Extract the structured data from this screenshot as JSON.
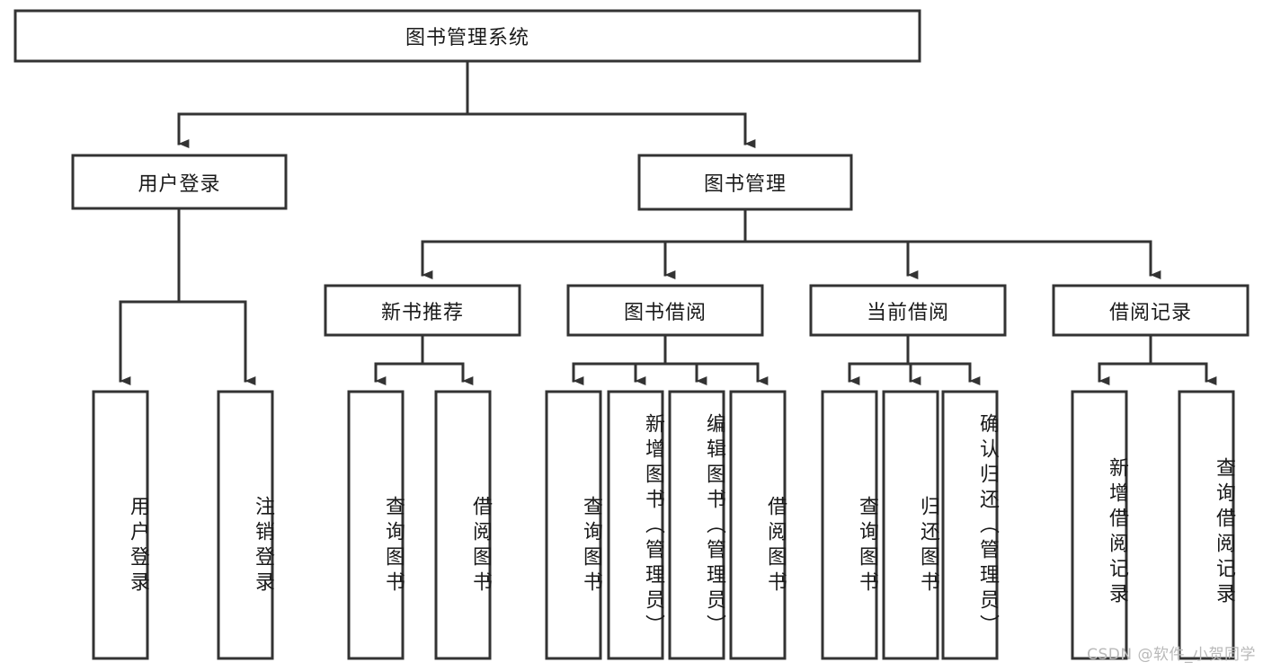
{
  "diagram": {
    "type": "tree",
    "title": "图书管理系统",
    "watermark": "CSDN @软件_小贺同学",
    "colors": {
      "box_stroke": "#333333",
      "box_fill": "#ffffff",
      "text": "#1a1a1a",
      "background": "#ffffff",
      "watermark": "#b9b9b9"
    },
    "nodes": {
      "root": {
        "label": "图书管理系统",
        "level": 0,
        "orientation": "horizontal"
      },
      "l1_0": {
        "label": "用户登录",
        "level": 1,
        "orientation": "horizontal"
      },
      "l1_1": {
        "label": "图书管理",
        "level": 1,
        "orientation": "horizontal"
      },
      "l2_0": {
        "label": "新书推荐",
        "level": 2,
        "orientation": "horizontal"
      },
      "l2_1": {
        "label": "图书借阅",
        "level": 2,
        "orientation": "horizontal"
      },
      "l2_2": {
        "label": "当前借阅",
        "level": 2,
        "orientation": "horizontal"
      },
      "l2_3": {
        "label": "借阅记录",
        "level": 2,
        "orientation": "horizontal"
      },
      "leaf_0": {
        "label": "用户登录",
        "level": 3,
        "orientation": "vertical",
        "parent": "用户登录"
      },
      "leaf_1": {
        "label": "注销登录",
        "level": 3,
        "orientation": "vertical",
        "parent": "用户登录"
      },
      "leaf_2": {
        "label": "查询图书",
        "level": 3,
        "orientation": "vertical",
        "parent": "新书推荐"
      },
      "leaf_3": {
        "label": "借阅图书",
        "level": 3,
        "orientation": "vertical",
        "parent": "新书推荐"
      },
      "leaf_4": {
        "label": "查询图书",
        "level": 3,
        "orientation": "vertical",
        "parent": "图书借阅"
      },
      "leaf_5": {
        "label": "新增图书（管理员）",
        "level": 3,
        "orientation": "vertical",
        "parent": "图书借阅"
      },
      "leaf_6": {
        "label": "编辑图书（管理员）",
        "level": 3,
        "orientation": "vertical",
        "parent": "图书借阅"
      },
      "leaf_7": {
        "label": "借阅图书",
        "level": 3,
        "orientation": "vertical",
        "parent": "图书借阅"
      },
      "leaf_8": {
        "label": "查询图书",
        "level": 3,
        "orientation": "vertical",
        "parent": "当前借阅"
      },
      "leaf_9": {
        "label": "归还图书",
        "level": 3,
        "orientation": "vertical",
        "parent": "当前借阅"
      },
      "leaf_10": {
        "label": "确认归还（管理员）",
        "level": 3,
        "orientation": "vertical",
        "parent": "当前借阅"
      },
      "leaf_11": {
        "label": "新增借阅记录",
        "level": 3,
        "orientation": "vertical",
        "parent": "借阅记录"
      },
      "leaf_12": {
        "label": "查询借阅记录",
        "level": 3,
        "orientation": "vertical",
        "parent": "借阅记录"
      }
    }
  }
}
